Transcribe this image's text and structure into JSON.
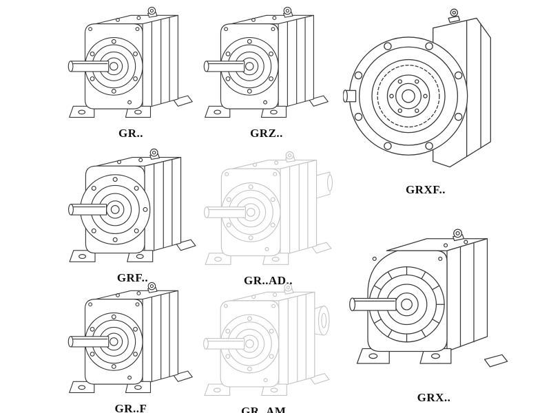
{
  "page": {
    "background": "#ffffff"
  },
  "colors": {
    "line": "#3a3a3a",
    "faded_line": "#c5c5c5",
    "label": "#111111"
  },
  "figures": [
    {
      "id": "gr",
      "label": "GR.."
    },
    {
      "id": "grz",
      "label": "GRZ.."
    },
    {
      "id": "grxf",
      "label": "GRXF.."
    },
    {
      "id": "grf",
      "label": "GRF.."
    },
    {
      "id": "grad",
      "label": "GR..AD.."
    },
    {
      "id": "grfoot",
      "label": "GR..F"
    },
    {
      "id": "gram",
      "label": "GR..AM.."
    },
    {
      "id": "grx",
      "label": "GRX.."
    }
  ]
}
